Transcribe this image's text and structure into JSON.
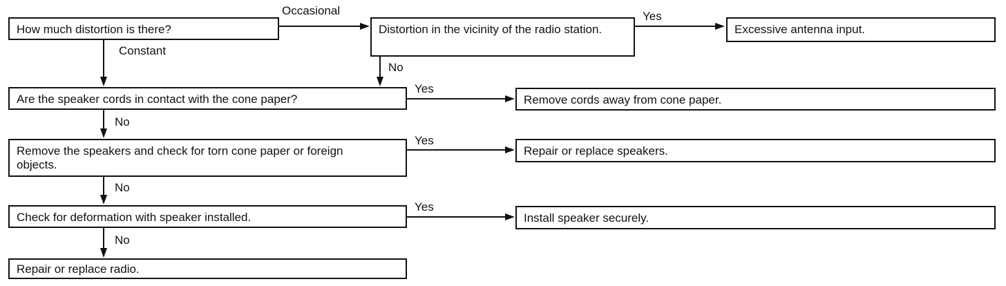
{
  "nodes": {
    "distortion_amount": "How much distortion is there?",
    "near_station": "Distortion in the vicinity of the radio station.",
    "antenna_input": "Excessive antenna input.",
    "cords_contact": "Are the speaker cords in contact with the cone paper?",
    "remove_cords": "Remove cords away from cone paper.",
    "remove_speakers": "Remove the speakers and check for torn cone paper or foreign objects.",
    "repair_speakers": "Repair or replace speakers.",
    "check_deformation": "Check for deformation with speaker installed.",
    "install_securely": "Install speaker securely.",
    "repair_radio": "Repair or replace radio."
  },
  "edges": {
    "occasional": "Occasional",
    "constant": "Constant",
    "yes_antenna": "Yes",
    "no_station": "No",
    "yes_cords": "Yes",
    "no_cords": "No",
    "yes_speakers": "Yes",
    "no_speakers": "No",
    "yes_deformation": "Yes",
    "no_deformation": "No"
  }
}
